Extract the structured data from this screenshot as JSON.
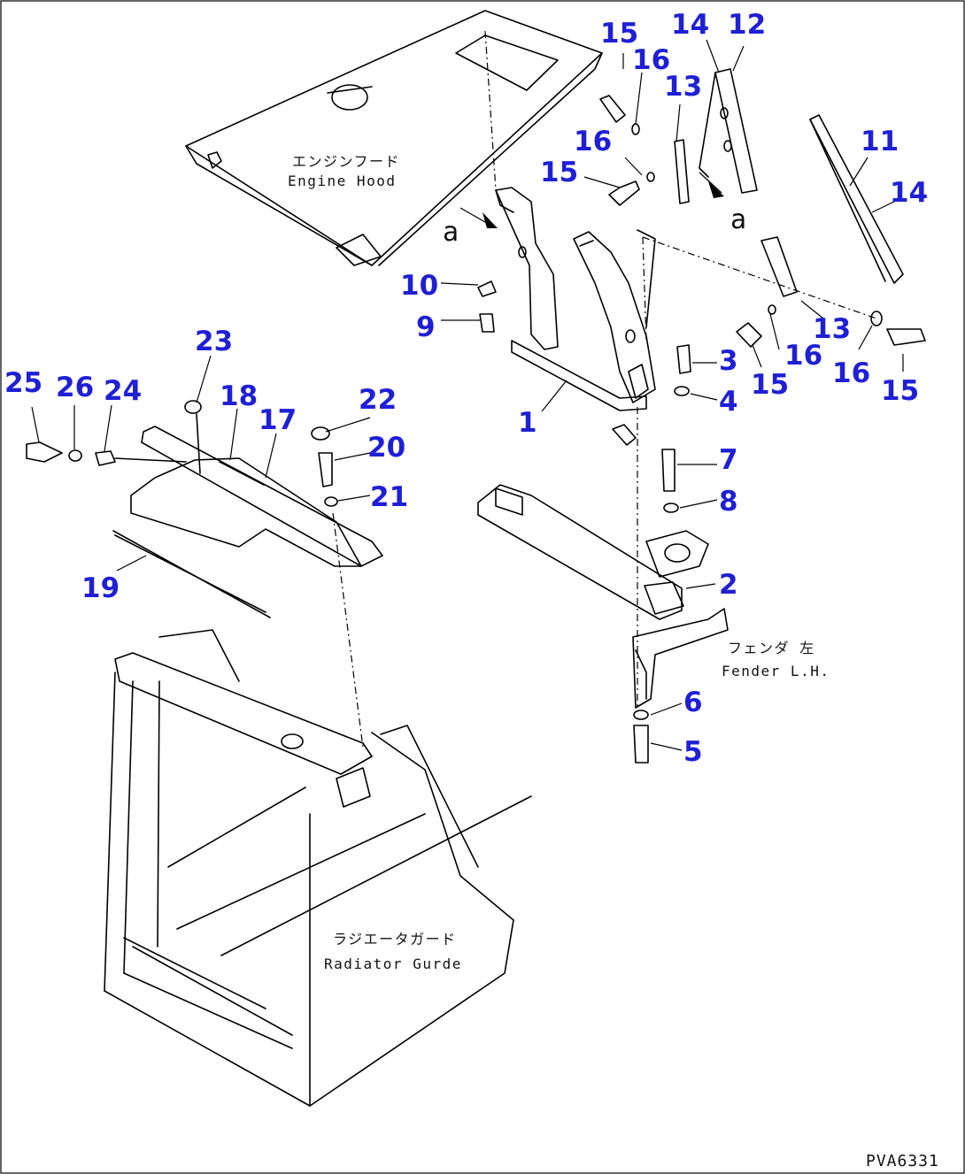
{
  "drawing_code": "PVA6331",
  "view_marker": "a",
  "parts": {
    "engine_hood": {
      "jp": "エンジンフード",
      "en": "Engine Hood"
    },
    "fender": {
      "jp": "フェンダ 左",
      "en": "Fender L.H."
    },
    "radiator_guard": {
      "jp": "ラジエータガード",
      "en": "Radiator Gurde"
    }
  },
  "callouts": [
    "1",
    "2",
    "3",
    "4",
    "5",
    "6",
    "7",
    "8",
    "9",
    "10",
    "11",
    "12",
    "13",
    "14",
    "15",
    "16",
    "17",
    "18",
    "19",
    "20",
    "21",
    "22",
    "23",
    "24",
    "25",
    "26"
  ],
  "colors": {
    "callout": "#1f1fd6",
    "line": "#000000",
    "background": "#ffffff"
  }
}
